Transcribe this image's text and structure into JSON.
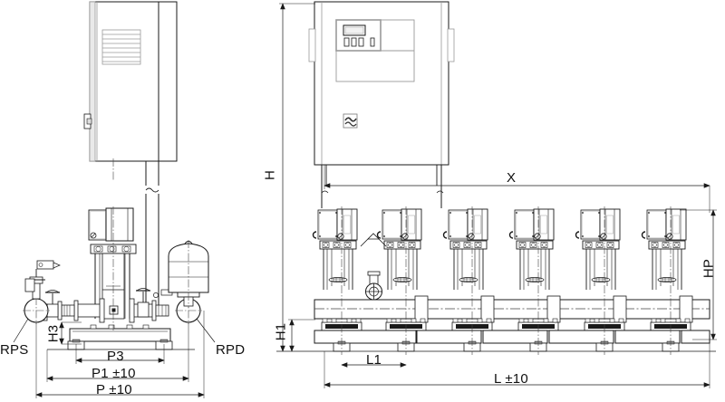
{
  "drawing": {
    "title": "Booster set dimensional drawing",
    "views": {
      "left": "side elevation",
      "right": "front elevation"
    },
    "line_color": "#1a1a1a",
    "fill_color": "#ffffff",
    "shade_color": "#9a9a9a",
    "centerline_color": "#444444"
  },
  "dimensions": {
    "H": "H",
    "H1": "H1",
    "H3": "H3",
    "HP": "HP",
    "X": "X",
    "L1": "L1",
    "L": "L ±10",
    "P": "P ±10",
    "P1": "P1 ±10",
    "P3": "P3"
  },
  "ports": {
    "suction": "RPS",
    "discharge": "RPD"
  },
  "components": {
    "control_cabinet": "control-cabinet",
    "hmi_display": "hmi-display",
    "logo": "manufacturer-logo",
    "pump_count": 6,
    "pumps": [
      {
        "id": "pump-1"
      },
      {
        "id": "pump-2"
      },
      {
        "id": "pump-3"
      },
      {
        "id": "pump-4"
      },
      {
        "id": "pump-5"
      },
      {
        "id": "pump-6"
      }
    ],
    "diaphragm_tank": "diaphragm-pressure-tank",
    "pressure_gauge": "pressure-gauge",
    "base_frame": "base-frame",
    "manifold_suction": "suction-manifold",
    "manifold_discharge": "discharge-manifold"
  }
}
